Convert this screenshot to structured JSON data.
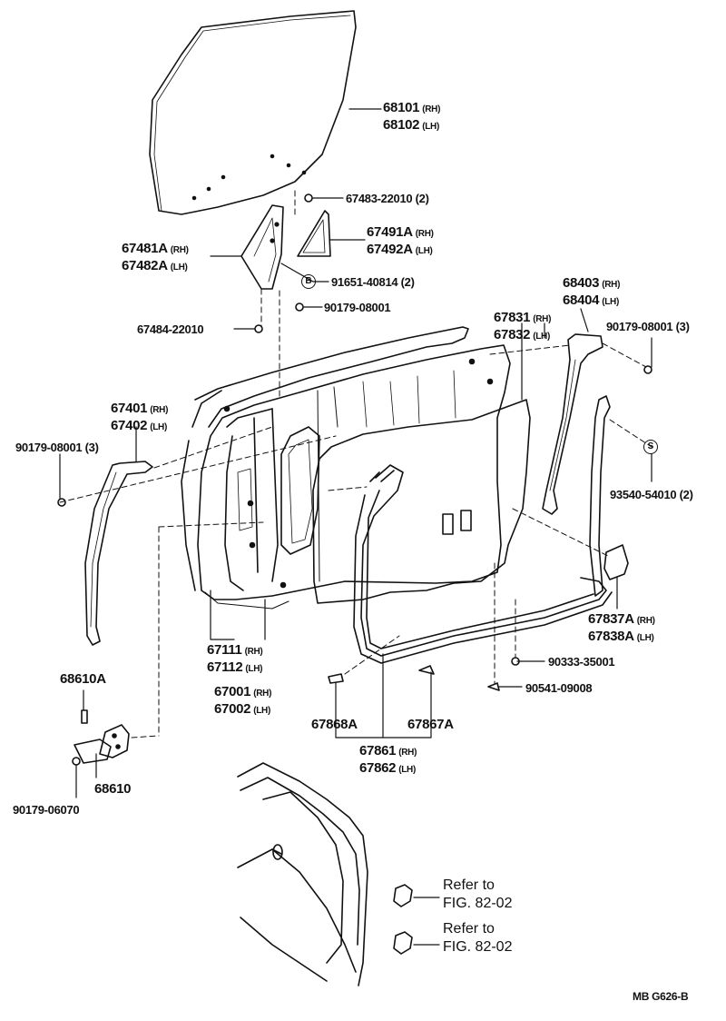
{
  "drawing_code": "MB G626-B",
  "parts": [
    {
      "id": "p-68101",
      "lines": [
        {
          "num": "68101",
          "sfx": "(RH)"
        },
        {
          "num": "68102",
          "sfx": "(LH)"
        }
      ]
    },
    {
      "id": "p-67483",
      "lines": [
        {
          "num": "67483-22010",
          "sfx": "(2)"
        }
      ]
    },
    {
      "id": "p-67491",
      "lines": [
        {
          "num": "67491A",
          "sfx": "(RH)"
        },
        {
          "num": "67492A",
          "sfx": "(LH)"
        }
      ]
    },
    {
      "id": "p-67481",
      "lines": [
        {
          "num": "67481A",
          "sfx": "(RH)"
        },
        {
          "num": "67482A",
          "sfx": "(LH)"
        }
      ]
    },
    {
      "id": "p-91651",
      "lines": [
        {
          "num": "91651-40814",
          "sfx": "(2)"
        }
      ]
    },
    {
      "id": "p-90179-a",
      "lines": [
        {
          "num": "90179-08001",
          "sfx": ""
        }
      ]
    },
    {
      "id": "p-67484",
      "lines": [
        {
          "num": "67484-22010",
          "sfx": ""
        }
      ]
    },
    {
      "id": "p-68403",
      "lines": [
        {
          "num": "68403",
          "sfx": "(RH)"
        },
        {
          "num": "68404",
          "sfx": "(LH)"
        }
      ]
    },
    {
      "id": "p-67831",
      "lines": [
        {
          "num": "67831",
          "sfx": "(RH)"
        },
        {
          "num": "67832",
          "sfx": "(LH)"
        }
      ]
    },
    {
      "id": "p-90179-b",
      "lines": [
        {
          "num": "90179-08001",
          "sfx": "(3)"
        }
      ]
    },
    {
      "id": "p-67401",
      "lines": [
        {
          "num": "67401",
          "sfx": "(RH)"
        },
        {
          "num": "67402",
          "sfx": "(LH)"
        }
      ]
    },
    {
      "id": "p-90179-c",
      "lines": [
        {
          "num": "90179-08001",
          "sfx": "(3)"
        }
      ]
    },
    {
      "id": "p-93540",
      "lines": [
        {
          "num": "93540-54010",
          "sfx": "(2)"
        }
      ]
    },
    {
      "id": "p-67837",
      "lines": [
        {
          "num": "67837A",
          "sfx": "(RH)"
        },
        {
          "num": "67838A",
          "sfx": "(LH)"
        }
      ]
    },
    {
      "id": "p-90333",
      "lines": [
        {
          "num": "90333-35001",
          "sfx": ""
        }
      ]
    },
    {
      "id": "p-90541",
      "lines": [
        {
          "num": "90541-09008",
          "sfx": ""
        }
      ]
    },
    {
      "id": "p-67111",
      "lines": [
        {
          "num": "67111",
          "sfx": "(RH)"
        },
        {
          "num": "67112",
          "sfx": "(LH)"
        }
      ]
    },
    {
      "id": "p-67001",
      "lines": [
        {
          "num": "67001",
          "sfx": "(RH)"
        },
        {
          "num": "67002",
          "sfx": "(LH)"
        }
      ]
    },
    {
      "id": "p-68610a",
      "lines": [
        {
          "num": "68610A",
          "sfx": ""
        }
      ]
    },
    {
      "id": "p-67868",
      "lines": [
        {
          "num": "67868A",
          "sfx": ""
        }
      ]
    },
    {
      "id": "p-67867",
      "lines": [
        {
          "num": "67867A",
          "sfx": ""
        }
      ]
    },
    {
      "id": "p-67861",
      "lines": [
        {
          "num": "67861",
          "sfx": "(RH)"
        },
        {
          "num": "67862",
          "sfx": "(LH)"
        }
      ]
    },
    {
      "id": "p-68610",
      "lines": [
        {
          "num": "68610",
          "sfx": ""
        }
      ]
    },
    {
      "id": "p-90179-d",
      "lines": [
        {
          "num": "90179-06070",
          "sfx": ""
        }
      ]
    }
  ],
  "circle_marks": {
    "b": "B",
    "s": "S"
  },
  "references": [
    {
      "line1": "Refer to",
      "line2": "FIG. 82-02"
    },
    {
      "line1": "Refer to",
      "line2": "FIG. 82-02"
    }
  ]
}
